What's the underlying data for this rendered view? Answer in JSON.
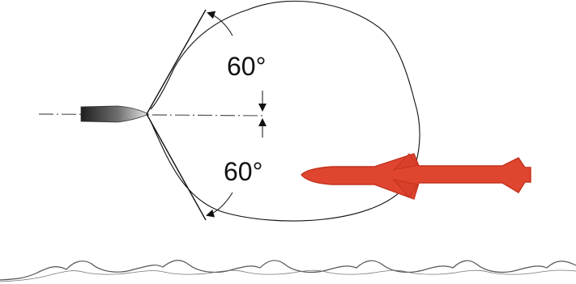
{
  "labels": {
    "upper_angle": "60°",
    "lower_angle": "60°"
  },
  "colors": {
    "background": "#ffffff",
    "line": "#111111",
    "missile": "#e0452f",
    "missile_outline": "#c2331f",
    "sea_line": "#555555",
    "projectile_dark": "#222222",
    "projectile_light": "#d8d8d8"
  },
  "icons": {
    "projectile": "gray-bullet-projectile",
    "missile": "red-missile",
    "sea": "wave-line",
    "angle_arrows": "arrowheads"
  }
}
